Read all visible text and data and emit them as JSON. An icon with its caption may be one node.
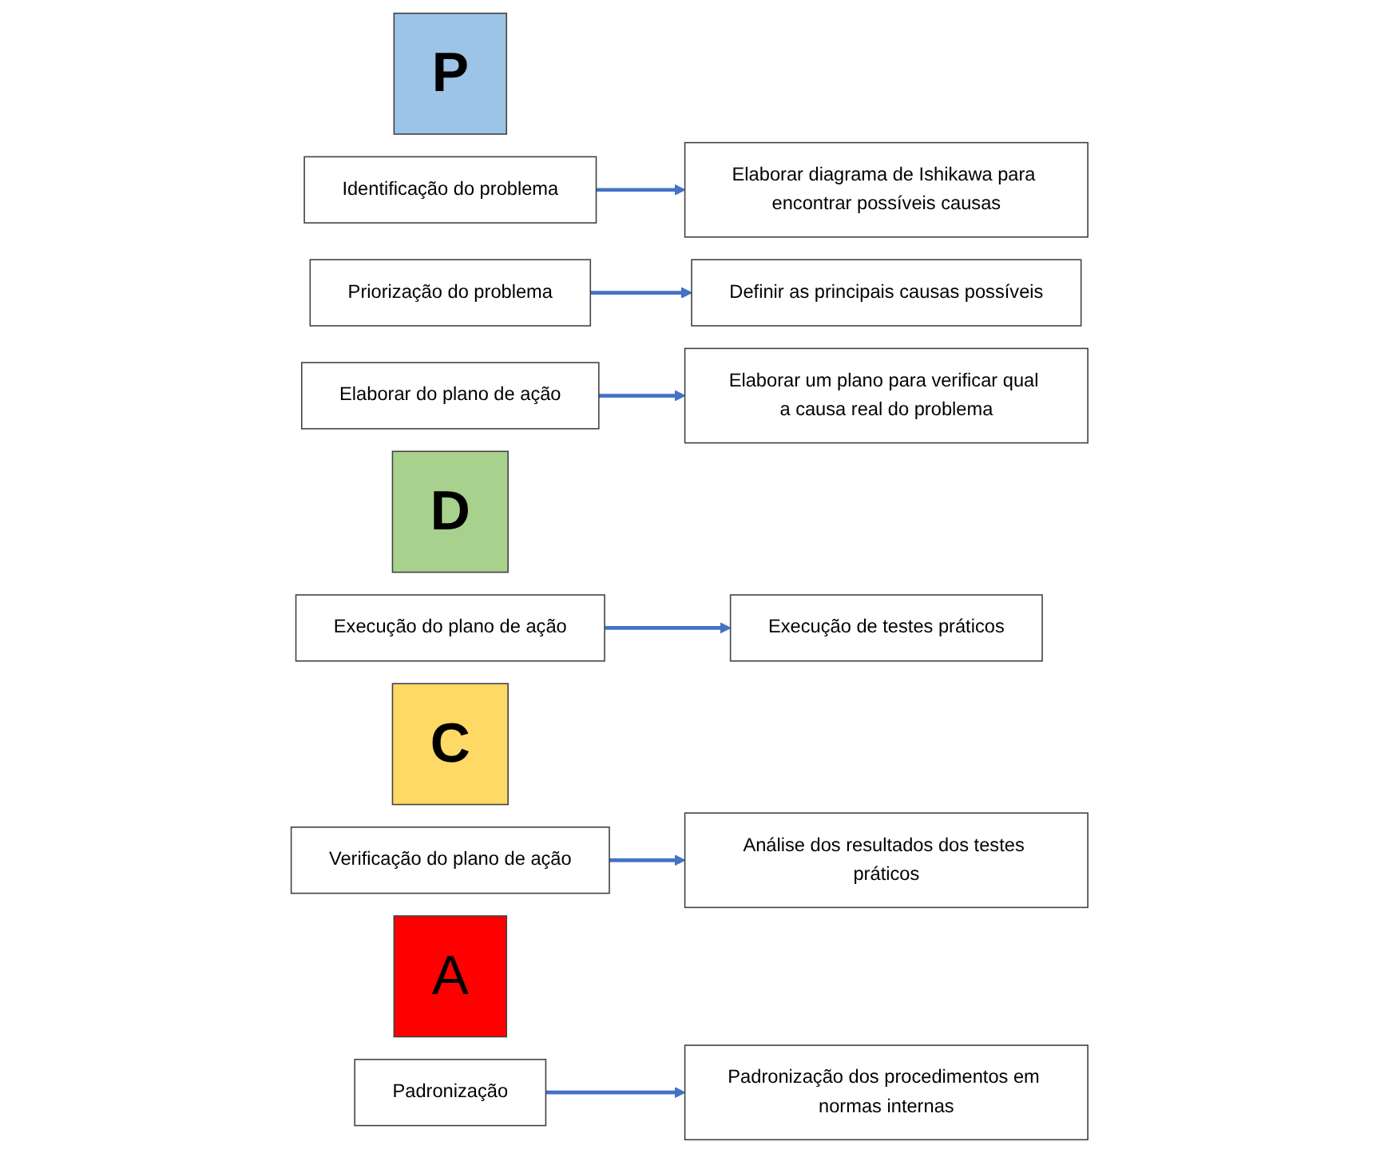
{
  "diagram": {
    "nodes": [
      {
        "text": [
          "P"
        ]
      },
      {
        "text": [
          "Identificação do problema"
        ]
      },
      {
        "text": [
          "Elaborar diagrama de Ishikawa para encontrar possíveis causas"
        ]
      },
      {
        "text": [
          "Priorização do problema"
        ]
      },
      {
        "text": [
          "Definir as principais causas possíveis"
        ]
      },
      {
        "text": [
          "Elaborar do plano de ação"
        ]
      },
      {
        "text": [
          "Elaborar um plano para verificar qual a causa real do problema"
        ]
      },
      {
        "text": [
          "D"
        ]
      },
      {
        "text": [
          "Execução do plano de ação"
        ]
      },
      {
        "text": [
          "Execução de testes práticos"
        ]
      },
      {
        "text": [
          "C"
        ]
      },
      {
        "text": [
          "Verificação do plano de ação"
        ]
      },
      {
        "text": [
          "Análise dos resultados dos testes práticos"
        ]
      },
      {
        "text": [
          "A"
        ]
      },
      {
        "text": [
          "Padronização"
        ]
      },
      {
        "text": [
          "Padronização dos procedimentos em normas internas"
        ]
      }
    ],
    "edges": [
      {
        "from": 1,
        "to": 2,
        "arrow": "to"
      },
      {
        "from": 3,
        "to": 4,
        "arrow": "to"
      },
      {
        "from": 5,
        "to": 6,
        "arrow": "to"
      },
      {
        "from": 8,
        "to": 9,
        "arrow": "to"
      },
      {
        "from": 11,
        "to": 12,
        "arrow": "to"
      },
      {
        "from": 14,
        "to": 15,
        "arrow": "to"
      }
    ]
  }
}
